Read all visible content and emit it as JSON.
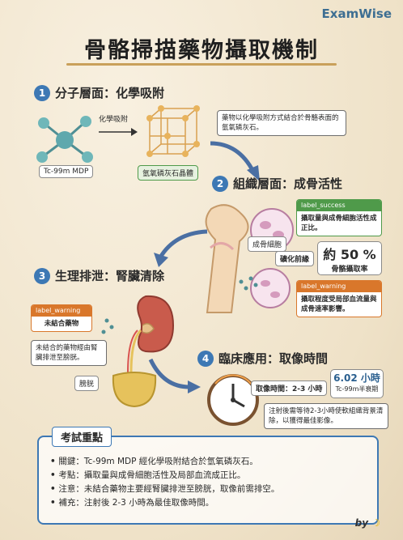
{
  "brand": "ExamWise",
  "title": "骨骼掃描藥物攝取機制",
  "sections": [
    {
      "num": "1",
      "title": "分子層面：化學吸附"
    },
    {
      "num": "2",
      "title": "組織層面：成骨活性"
    },
    {
      "num": "3",
      "title": "生理排泄：腎臟清除"
    },
    {
      "num": "4",
      "title": "臨床應用：取像時間"
    }
  ],
  "s1": {
    "arrow_label": "化學吸附",
    "molecule_label": "Tc-99m MDP",
    "crystal_label": "氫氧磷灰石晶體",
    "note": "藥物以化學吸附方式結合於骨骼表面的氫氧磷灰石。"
  },
  "s2": {
    "osteoblast_label": "成骨細胞",
    "mineral_label": "礦化前緣",
    "success_tag": "label_success",
    "success_text": "攝取量與成骨細胞活性成正比。",
    "big_value": "約 50 %",
    "big_caption": "骨骼攝取率",
    "warning_tag": "label_warning",
    "warning_text": "攝取程度受局部血流量與成骨速率影響。"
  },
  "s3": {
    "warning_tag": "label_warning",
    "unbound_label": "未結合藥物",
    "note": "未結合的藥物經由腎臟排泄至膀胱。",
    "bladder_label": "膀胱"
  },
  "s4": {
    "time_label": "取像時間：2-3 小時",
    "halflife_value": "6.02 小時",
    "halflife_caption": "Tc-99m半衰期",
    "note": "注射後需等待2-3小時使軟組織背景清除，以獲得最佳影像。"
  },
  "exam": {
    "title": "考試重點",
    "items": [
      "關鍵：Tc-99m MDP 經化學吸附結合於氫氧磷灰石。",
      "考點：攝取量與成骨細胞活性及局部血流成正比。",
      "注意：未結合藥物主要經腎臟排泄至膀胱，取像前需排空。",
      "補充：注射後 2-3 小時為最佳取像時間。"
    ]
  },
  "byline": "by",
  "colors": {
    "accent": "#3d78b4",
    "success": "#4f9a4a",
    "warning": "#d9772b",
    "gold": "#c9a05a"
  }
}
